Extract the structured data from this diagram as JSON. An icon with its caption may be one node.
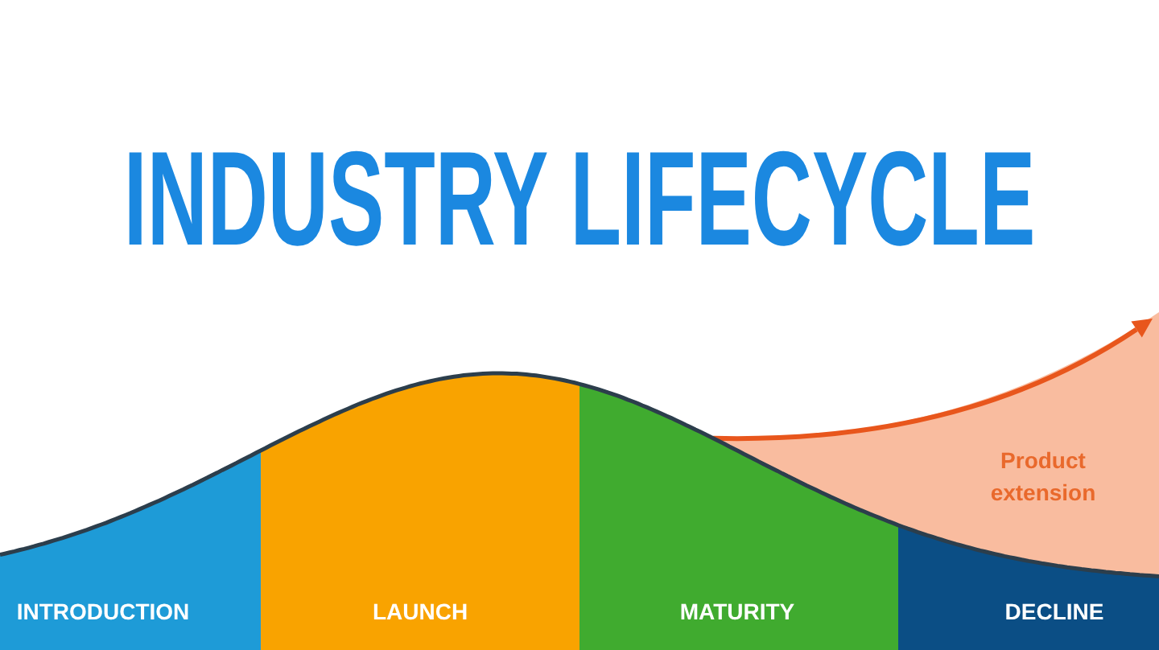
{
  "diagram": {
    "title": "INDUSTRY LIFECYCLE",
    "nodes": [
      {
        "text": [
          "INTRODUCTION"
        ]
      },
      {
        "text": [
          "LAUNCH"
        ]
      },
      {
        "text": [
          "MATURITY"
        ]
      },
      {
        "text": [
          "DECLINE"
        ]
      },
      {
        "text": [
          "Product extension"
        ]
      }
    ]
  }
}
